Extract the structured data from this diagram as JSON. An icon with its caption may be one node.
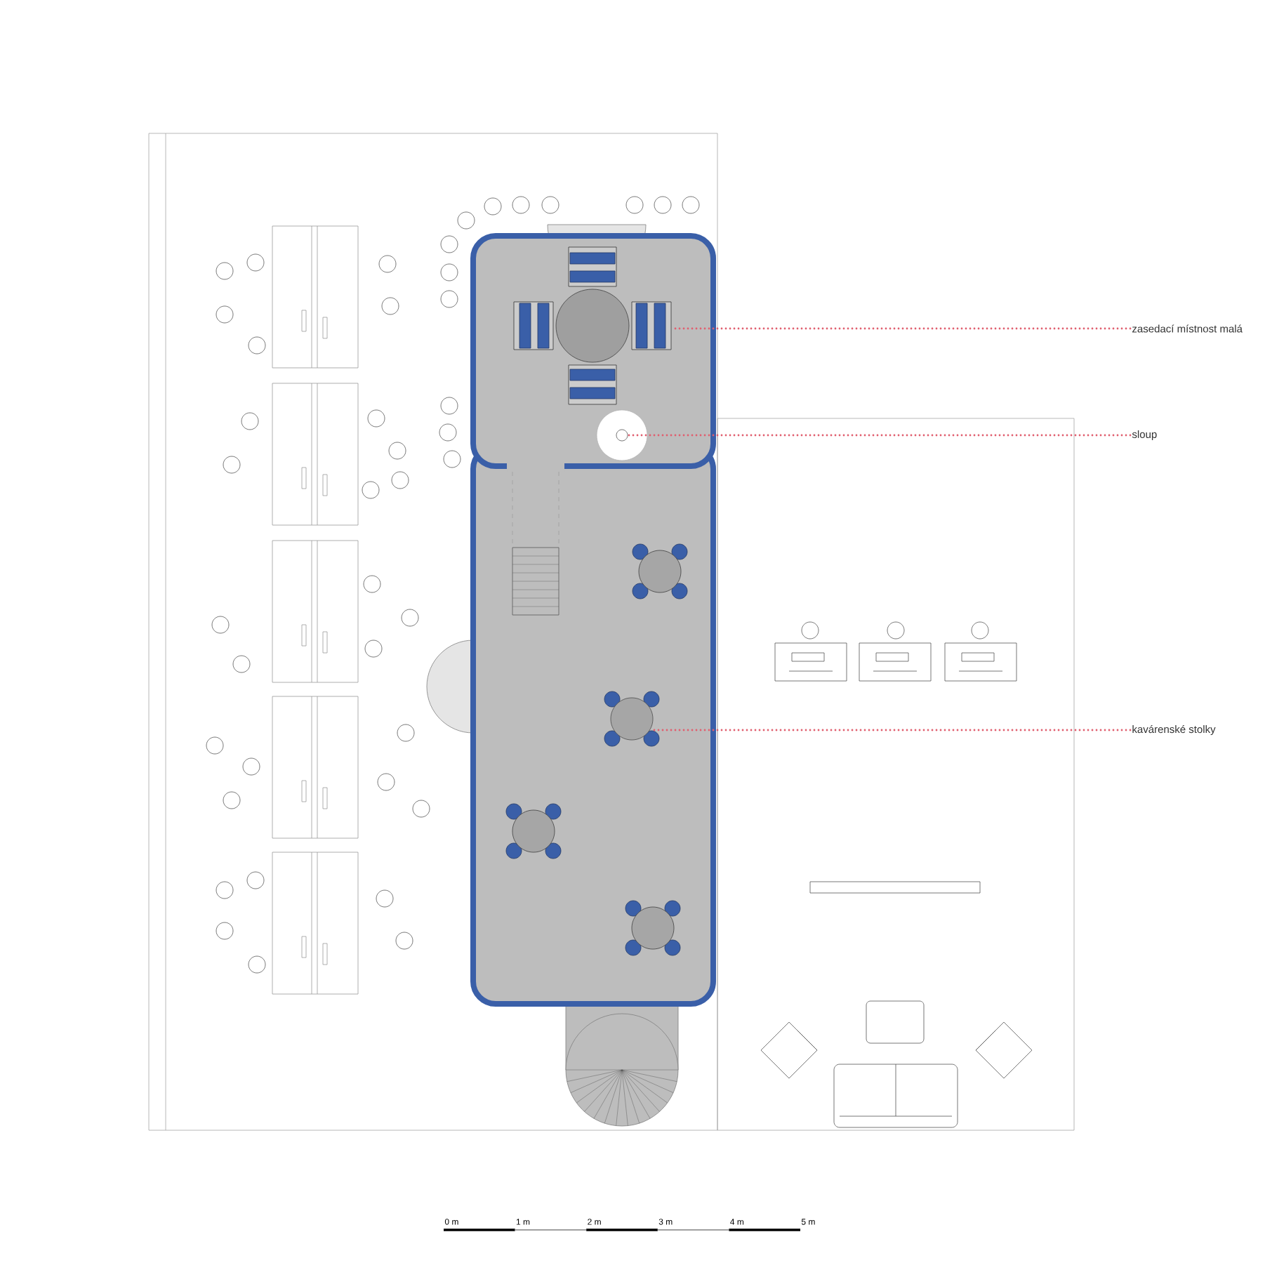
{
  "diagram": {
    "nodes": [
      {
        "text": [
          "zasedací místnost malá"
        ]
      },
      {
        "text": [
          "sloup"
        ]
      },
      {
        "text": [
          "kavárenské stolky"
        ]
      },
      {
        "text": [],
        "shape": "picture"
      },
      {
        "text": [],
        "shape": "circle"
      },
      {
        "text": [],
        "shape": "circle"
      }
    ],
    "edges": [
      {
        "from": 0,
        "to": 3,
        "arrow": "none"
      },
      {
        "from": 1,
        "to": 4,
        "arrow": "none"
      },
      {
        "from": 2,
        "to": 5,
        "arrow": "none"
      }
    ],
    "labels": [
      "0 m",
      "1 m",
      "2 m",
      "3 m",
      "4 m",
      "5 m"
    ]
  }
}
